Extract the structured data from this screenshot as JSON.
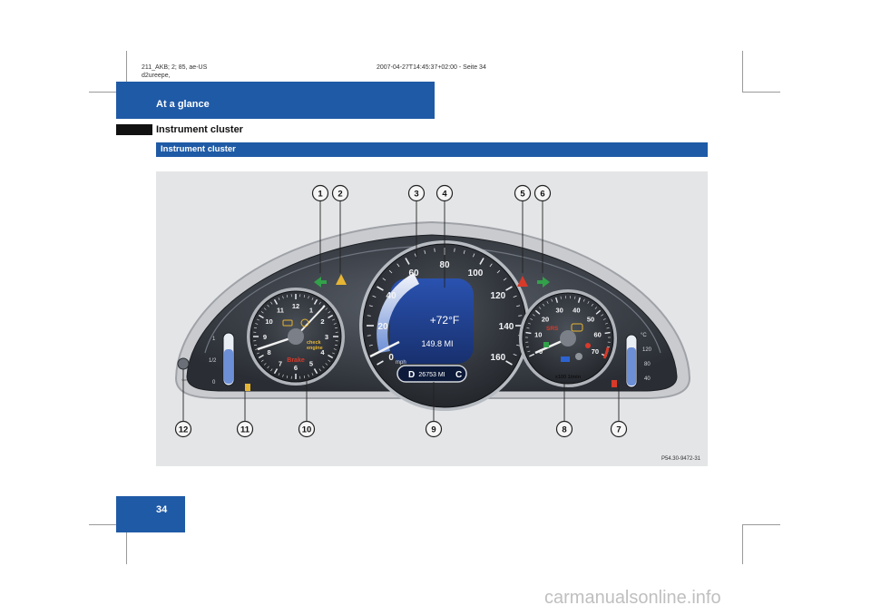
{
  "print_meta": {
    "line1": "211_AKB; 2; 85, ae-US",
    "line2": "d2ureepe,",
    "stamp": "2007-04-27T14:45:37+02:00 - Seite 34"
  },
  "section_title": "At a glance",
  "page_subtitle": "Instrument cluster",
  "figure_bar_title": "Instrument cluster",
  "page_number": "34",
  "figure": {
    "callouts": [
      "1",
      "2",
      "3",
      "4",
      "5",
      "6",
      "7",
      "8",
      "9",
      "10",
      "11",
      "12"
    ],
    "figure_id": "P54.30-9472-31",
    "speedometer": {
      "ticks": [
        "0",
        "20",
        "40",
        "60",
        "80",
        "100",
        "120",
        "140",
        "160"
      ],
      "unit": "mph",
      "temperature": "+72°F",
      "trip": "149.8 MI",
      "odometer": "26753 MI",
      "gear_left": "D",
      "gear_right": "C"
    },
    "clock": {
      "numbers": [
        "12",
        "1",
        "2",
        "3",
        "4",
        "5",
        "6",
        "7",
        "8",
        "9",
        "10",
        "11"
      ],
      "check_engine_line1": "check",
      "check_engine_line2": "engine",
      "brake": "Brake"
    },
    "tachometer": {
      "numbers": [
        "0",
        "10",
        "20",
        "30",
        "40",
        "50",
        "60",
        "70"
      ],
      "unit": "x100 1/min",
      "srs": "SRS"
    },
    "fuel_gauge": {
      "labels": [
        "1",
        "1/2",
        "0"
      ]
    },
    "coolant_gauge": {
      "unit": "°C",
      "labels": [
        "120",
        "80",
        "40"
      ]
    }
  },
  "watermark": "carmanualsonline.info",
  "colors": {
    "brand_blue": "#1f5aa6",
    "figure_bg": "#e4e5e7",
    "cluster_dark": "#3a3f46",
    "lcd_blue": "#1f3c8c",
    "warning_red": "#d83a2a",
    "indicator_green": "#33a04a"
  }
}
